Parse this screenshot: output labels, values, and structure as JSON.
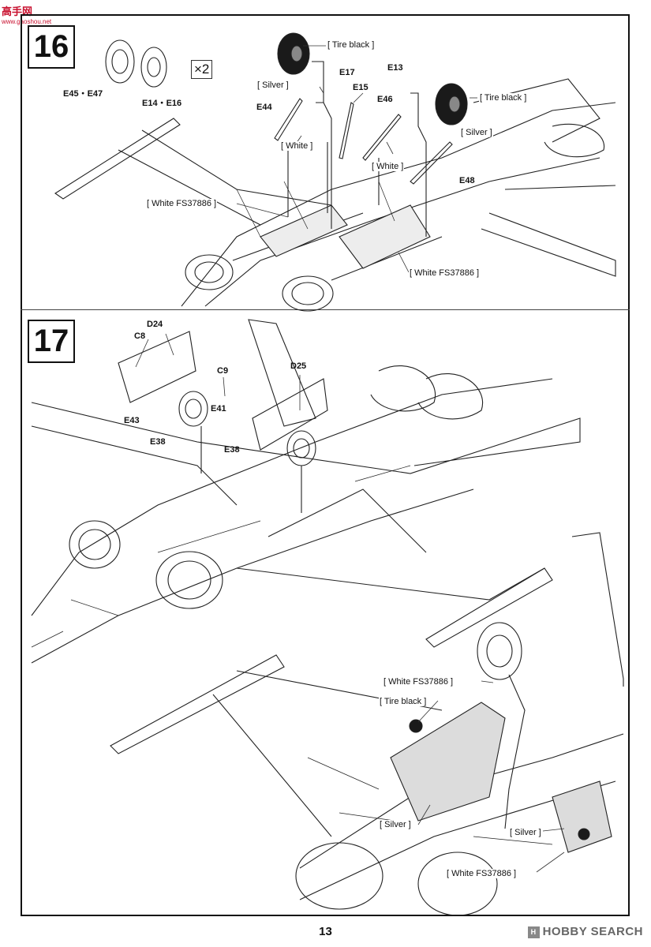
{
  "watermark": {
    "site_name": "高手网",
    "site_url": "www.gaoshou.net"
  },
  "step16": {
    "number": "16",
    "multiplier": "×2",
    "parts": [
      "E45・E47",
      "E14・E16",
      "E17",
      "E15",
      "E13",
      "E44",
      "E46",
      "E48"
    ],
    "notes": [
      "[ Tire black ]",
      "[ Silver ]",
      "[ Tire black ]",
      "[ White ]",
      "[ Silver ]",
      "[ White ]",
      "[ White FS37886 ]",
      "[ White FS37886 ]"
    ]
  },
  "step17": {
    "number": "17",
    "parts": [
      "D24",
      "C8",
      "C9",
      "D25",
      "E41",
      "E43",
      "E38",
      "E38"
    ],
    "notes": [
      "[ White FS37886 ]",
      "[ Tire black ]",
      "[ Silver ]",
      "[ Silver ]",
      "[ White FS37886 ]"
    ]
  },
  "footer": {
    "page_number": "13",
    "source": "HOBBY SEARCH"
  },
  "colors": {
    "line": "#222222",
    "paint_white": "#d9d9d9",
    "tire": "#1a1a1a",
    "brand": "#c8102e"
  },
  "icons": [
    "aircraft-underside-drawing",
    "wheel-icon",
    "hobbysearch-logo-icon"
  ]
}
